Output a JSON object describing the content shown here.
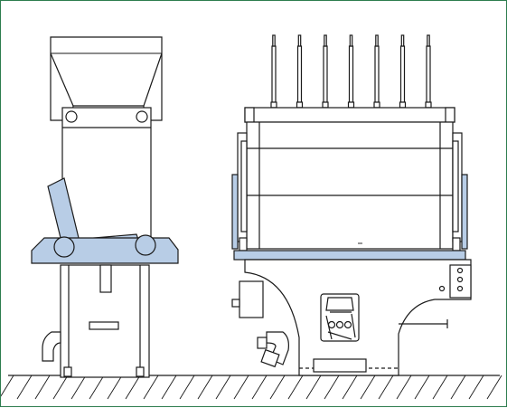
{
  "figure": {
    "accent_colors": {
      "outline": "#1a1a1a",
      "highlight": "#b8cde6",
      "frame": "#2e7d4f"
    },
    "components": [
      "side-view-machine",
      "hopper",
      "tilted-arm",
      "base-rollers",
      "lower-cabinet",
      "front-view-machine",
      "vertical-rods",
      "drum-housing",
      "side-brackets",
      "front-pedestal",
      "control-panel",
      "floor-hatching"
    ],
    "rod_count": 7
  }
}
